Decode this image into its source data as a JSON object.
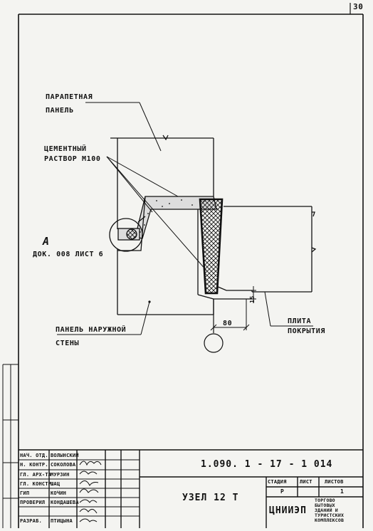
{
  "sheet": {
    "page_number": "30",
    "labels": {
      "parapet_panel_1": "ПАРАПЕТНАЯ",
      "parapet_panel_2": "ПАНЕЛЬ",
      "cement_mortar_1": "ЦЕМЕНТНЫЙ",
      "cement_mortar_2": "РАСТВОР М100",
      "detail_ref_letter": "А",
      "detail_ref_doc": "ДОК. 008 ЛИСТ 6",
      "outer_wall_panel_1": "ПАНЕЛЬ НАРУЖНОЙ",
      "outer_wall_panel_2": "СТЕНЫ",
      "slab_1": "ПЛИТА",
      "slab_2": "ПОКРЫТИЯ",
      "dim_80": "80",
      "dim_15": "15"
    },
    "title_block": {
      "document_code": "1.090. 1 - 17 - 1  014",
      "drawing_title": "УЗЕЛ 12 Т",
      "stage_header": "СТАДИЯ",
      "sheet_header": "ЛИСТ",
      "sheets_header": "ЛИСТОВ",
      "stage_value": "Р",
      "sheets_value": "1",
      "organization": "ЦНИИЭП",
      "org_desc": [
        "ТОРГОВО",
        "БЫТОВЫХ",
        "ЗДАНИЙ И",
        "ТУРИСТСКИХ",
        "КОМПЛЕКСОВ"
      ],
      "signatories": [
        {
          "role": "НАЧ. ОТД.",
          "name": "ВОЛЫНСКИЙ"
        },
        {
          "role": "Н. КОНТР.",
          "name": "СОКОЛОВА"
        },
        {
          "role": "ГЛ. АРХ-ТА",
          "name": "МУРЗИН"
        },
        {
          "role": "ГЛ. КОНСТР.",
          "name": "ШАЦ"
        },
        {
          "role": "ГИП",
          "name": "КОЧИН"
        },
        {
          "role": "ПРОВЕРИЛ",
          "name": "КОНДАШЕВА"
        },
        {
          "role": "РАЗРАБ.",
          "name": "ПТИЦЫНА"
        }
      ]
    },
    "colors": {
      "ink": "#111111",
      "paper": "#f4f4f1"
    }
  }
}
